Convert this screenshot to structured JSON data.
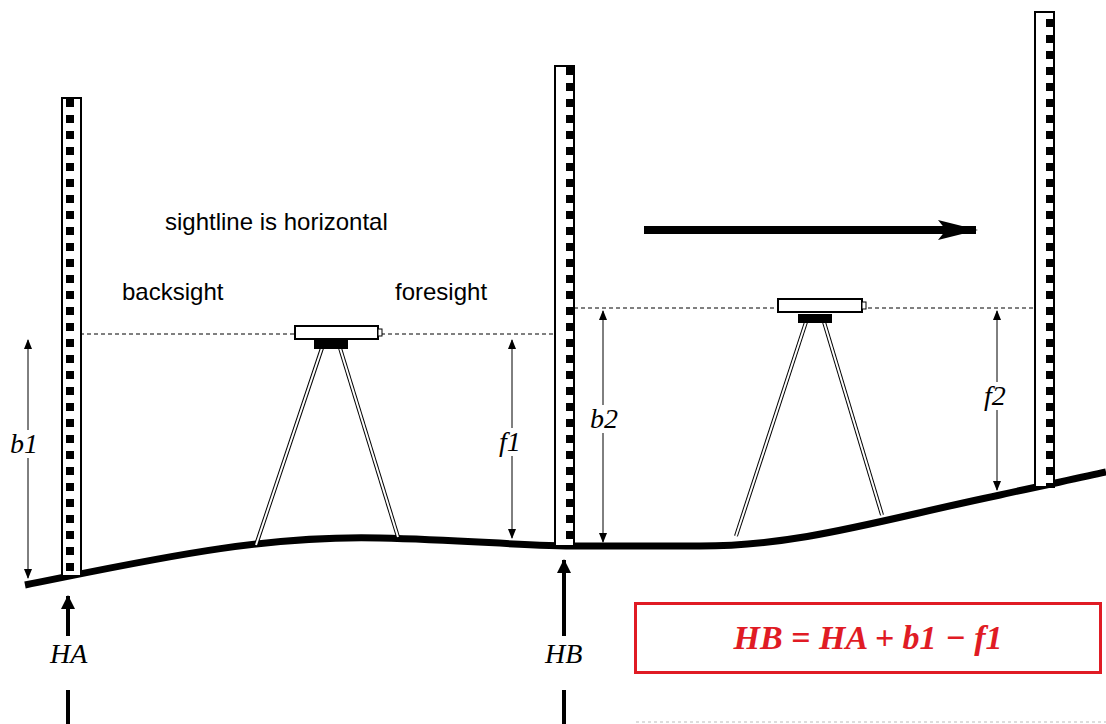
{
  "diagram": {
    "nodes": [
      {
        "text": [
          "HB = HA + b1 − f1"
        ]
      }
    ],
    "labels": [
      "sightline is horizontal",
      "backsight",
      "foresight",
      "b1",
      "f1",
      "b2",
      "f2",
      "HA",
      "HB"
    ]
  }
}
